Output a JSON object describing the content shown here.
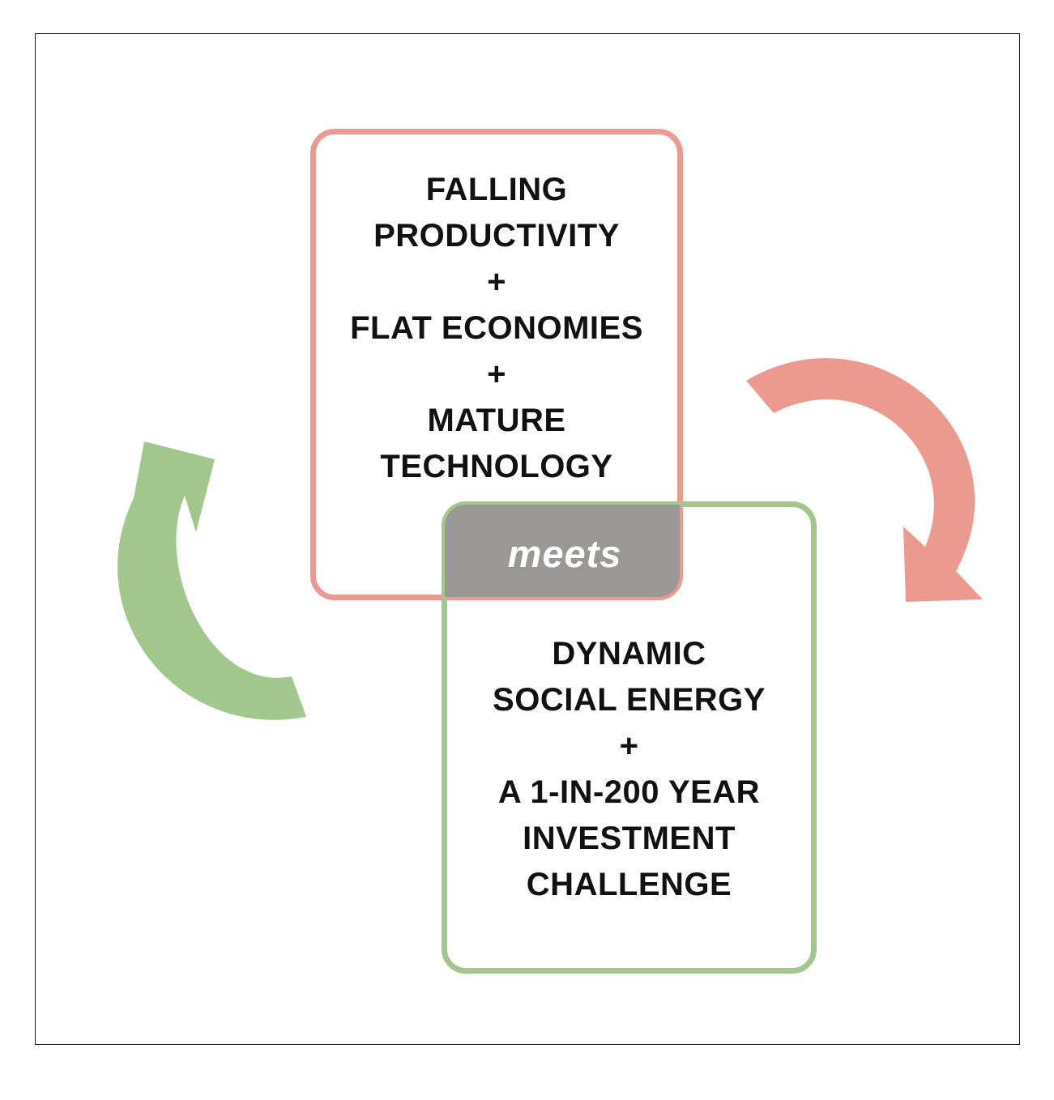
{
  "top_box": {
    "lines": [
      "FALLING",
      "PRODUCTIVITY",
      "+",
      "FLAT ECONOMIES",
      "+",
      "MATURE",
      "TECHNOLOGY"
    ],
    "color": "#ec9a90"
  },
  "overlap_label": "meets",
  "bottom_box": {
    "lines": [
      "DYNAMIC",
      "SOCIAL ENERGY",
      "+",
      "A 1-IN-200 YEAR",
      "INVESTMENT",
      "CHALLENGE"
    ],
    "color": "#a2c78c"
  },
  "arrows": {
    "right_color": "#ec9a90",
    "left_color": "#a2c78c"
  }
}
